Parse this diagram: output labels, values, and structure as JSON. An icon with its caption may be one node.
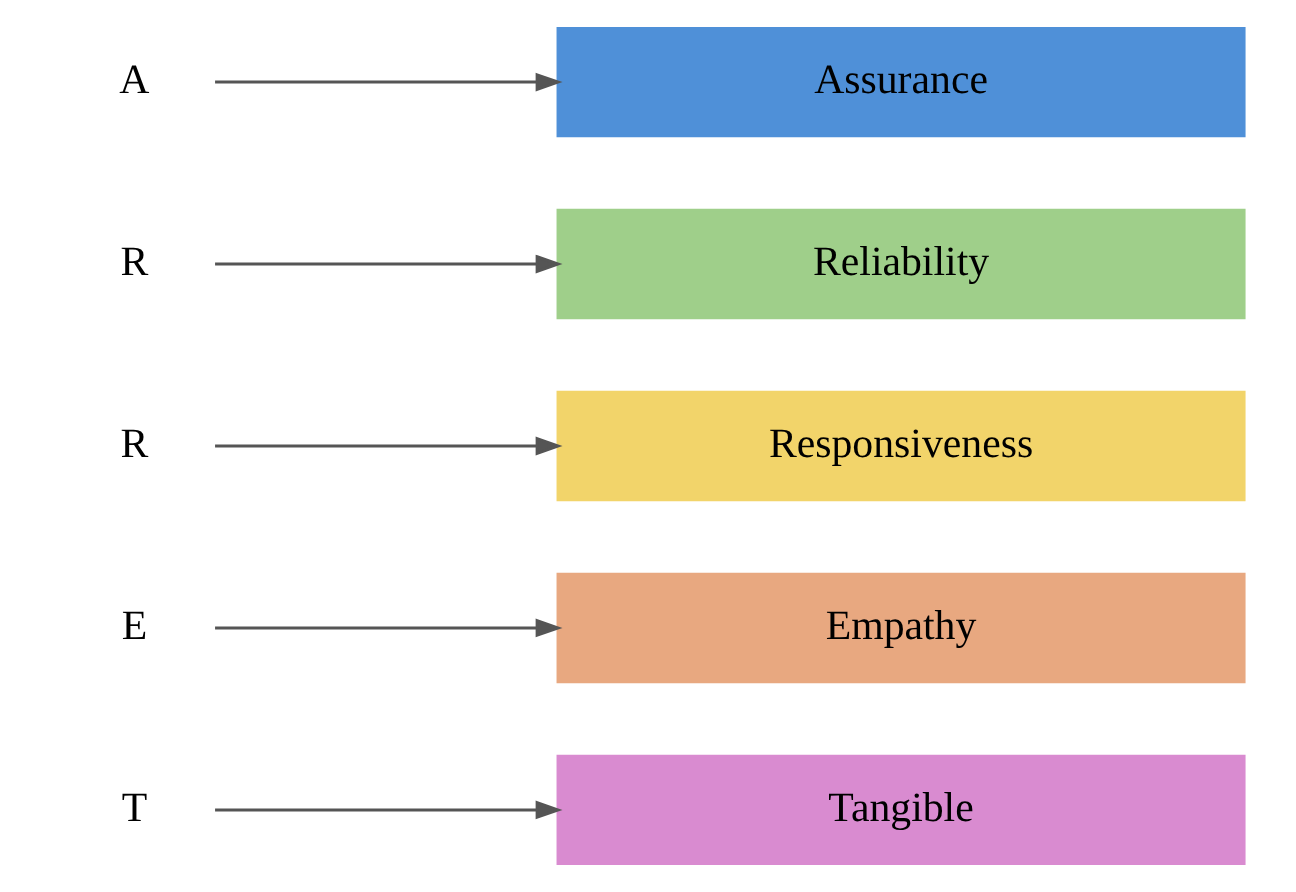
{
  "diagram": {
    "nodes": [
      {
        "text": [
          "T"
        ]
      },
      {
        "text": [
          "Tangible"
        ]
      },
      {
        "text": [
          "E"
        ]
      },
      {
        "text": [
          "Empathy"
        ]
      },
      {
        "text": [
          "R"
        ]
      },
      {
        "text": [
          "Responsiveness"
        ]
      },
      {
        "text": [
          "R"
        ]
      },
      {
        "text": [
          "Reliability"
        ]
      },
      {
        "text": [
          "A"
        ]
      },
      {
        "text": [
          "Assurance"
        ]
      }
    ],
    "edges": [
      {
        "from": 0,
        "to": 1,
        "arrow": "to"
      },
      {
        "from": 2,
        "to": 3,
        "arrow": "to"
      },
      {
        "from": 4,
        "to": 5,
        "arrow": "to"
      },
      {
        "from": 6,
        "to": 7,
        "arrow": "to"
      },
      {
        "from": 8,
        "to": 9,
        "arrow": "to"
      }
    ]
  }
}
